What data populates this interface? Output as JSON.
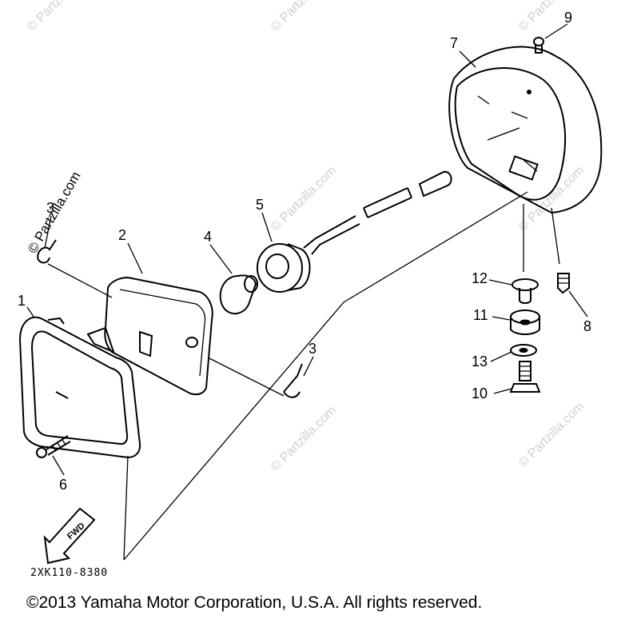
{
  "diagram": {
    "callouts": [
      "1",
      "2",
      "3",
      "3",
      "4",
      "5",
      "6",
      "7",
      "8",
      "9",
      "10",
      "11",
      "12",
      "13"
    ],
    "drawing_code": "2XK110-8380",
    "fwd_label": "FWD",
    "watermark": "© Partzilla.com"
  },
  "footer": {
    "copyright": "©2013 Yamaha Motor Corporation, U.S.A. All rights reserved."
  }
}
